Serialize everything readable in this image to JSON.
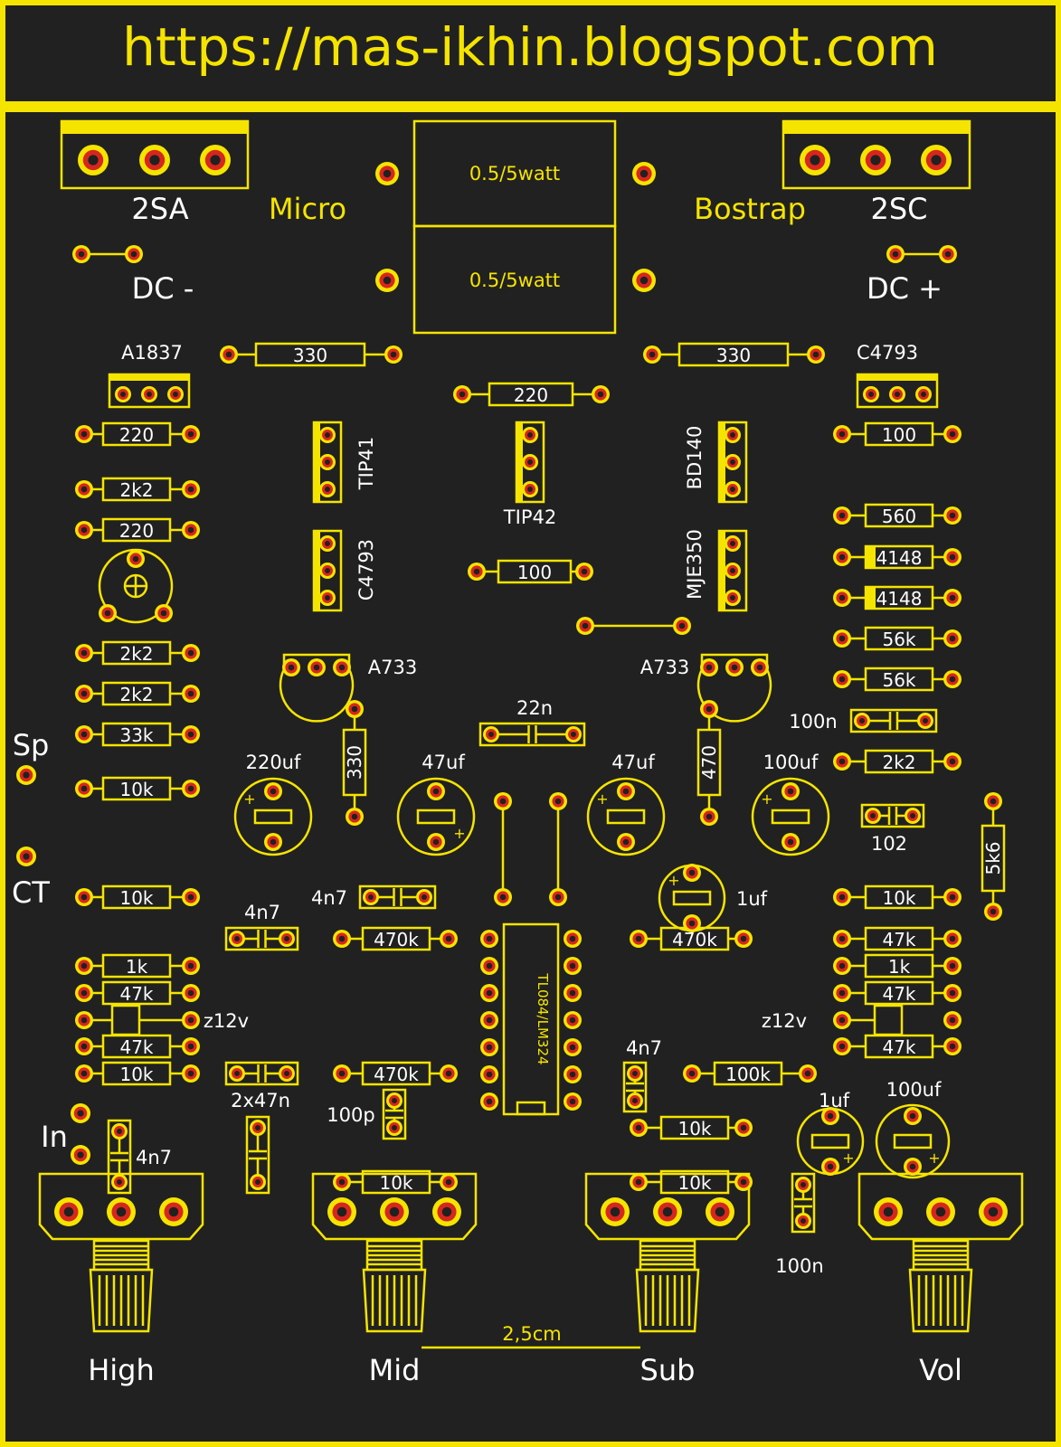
{
  "header": {
    "url": "https://mas-ikhin.blogspot.com"
  },
  "colors": {
    "background": "#212121",
    "silkscreen": "#f5e400",
    "pad_outer": "#f5e400",
    "pad_ring": "#d7261e",
    "pad_hole": "#212121",
    "label_white": "#ffffff"
  },
  "labels": {
    "transistor_left": "2SA",
    "transistor_right": "2SC",
    "micro": "Micro",
    "bostrap": "Bostrap",
    "dc_minus": "DC -",
    "dc_plus": "DC +",
    "sp": "Sp",
    "ct": "CT",
    "in": "In",
    "a1837": "A1837",
    "c4793_top": "C4793",
    "tip41": "TIP41",
    "tip42": "TIP42",
    "bd140": "BD140",
    "c4793_mid": "C4793",
    "mje350": "MJE350",
    "a733_left": "A733",
    "a733_right": "A733",
    "r_power_1": "0.5/5watt",
    "r_power_2": "0.5/5watt",
    "r330_left": "330",
    "r330_right": "330",
    "r220_center": "220",
    "r100_center": "100",
    "c22n": "22n",
    "r330_vert": "330",
    "r470_vert": "470",
    "c220uf": "220uf",
    "c47uf_l": "47uf",
    "c47uf_r": "47uf",
    "c100uf_top": "100uf",
    "c100n_right": "100n",
    "c102": "102",
    "r5k6": "5k6",
    "c1uf_mid": "1uf",
    "c4n7_a": "4n7",
    "c4n7_b": "4n7",
    "c4n7_c": "4n7",
    "c4n7_d": "4n7",
    "c2x47n": "2x47n",
    "c100p": "100p",
    "c1uf_bottom": "1uf",
    "c100uf_bottom": "100uf",
    "c100n_bottom": "100n",
    "z12v_left": "z12v",
    "z12v_right": "z12v",
    "ic": "TL084/LM324",
    "spacing": "2,5cm"
  },
  "resistors_left": [
    "220",
    "2k2",
    "220",
    "2k2",
    "2k2",
    "33k",
    "10k",
    "10k",
    "1k",
    "47k",
    "47k",
    "10k"
  ],
  "resistors_right": [
    "100",
    "560",
    "4148",
    "4148",
    "56k",
    "56k",
    "2k2",
    "10k",
    "47k",
    "1k",
    "47k",
    "47k"
  ],
  "resistors_center": [
    "470k",
    "470k",
    "470k",
    "100k",
    "10k",
    "10k",
    "10k"
  ],
  "potentiometers": [
    "High",
    "Mid",
    "Sub",
    "Vol"
  ]
}
